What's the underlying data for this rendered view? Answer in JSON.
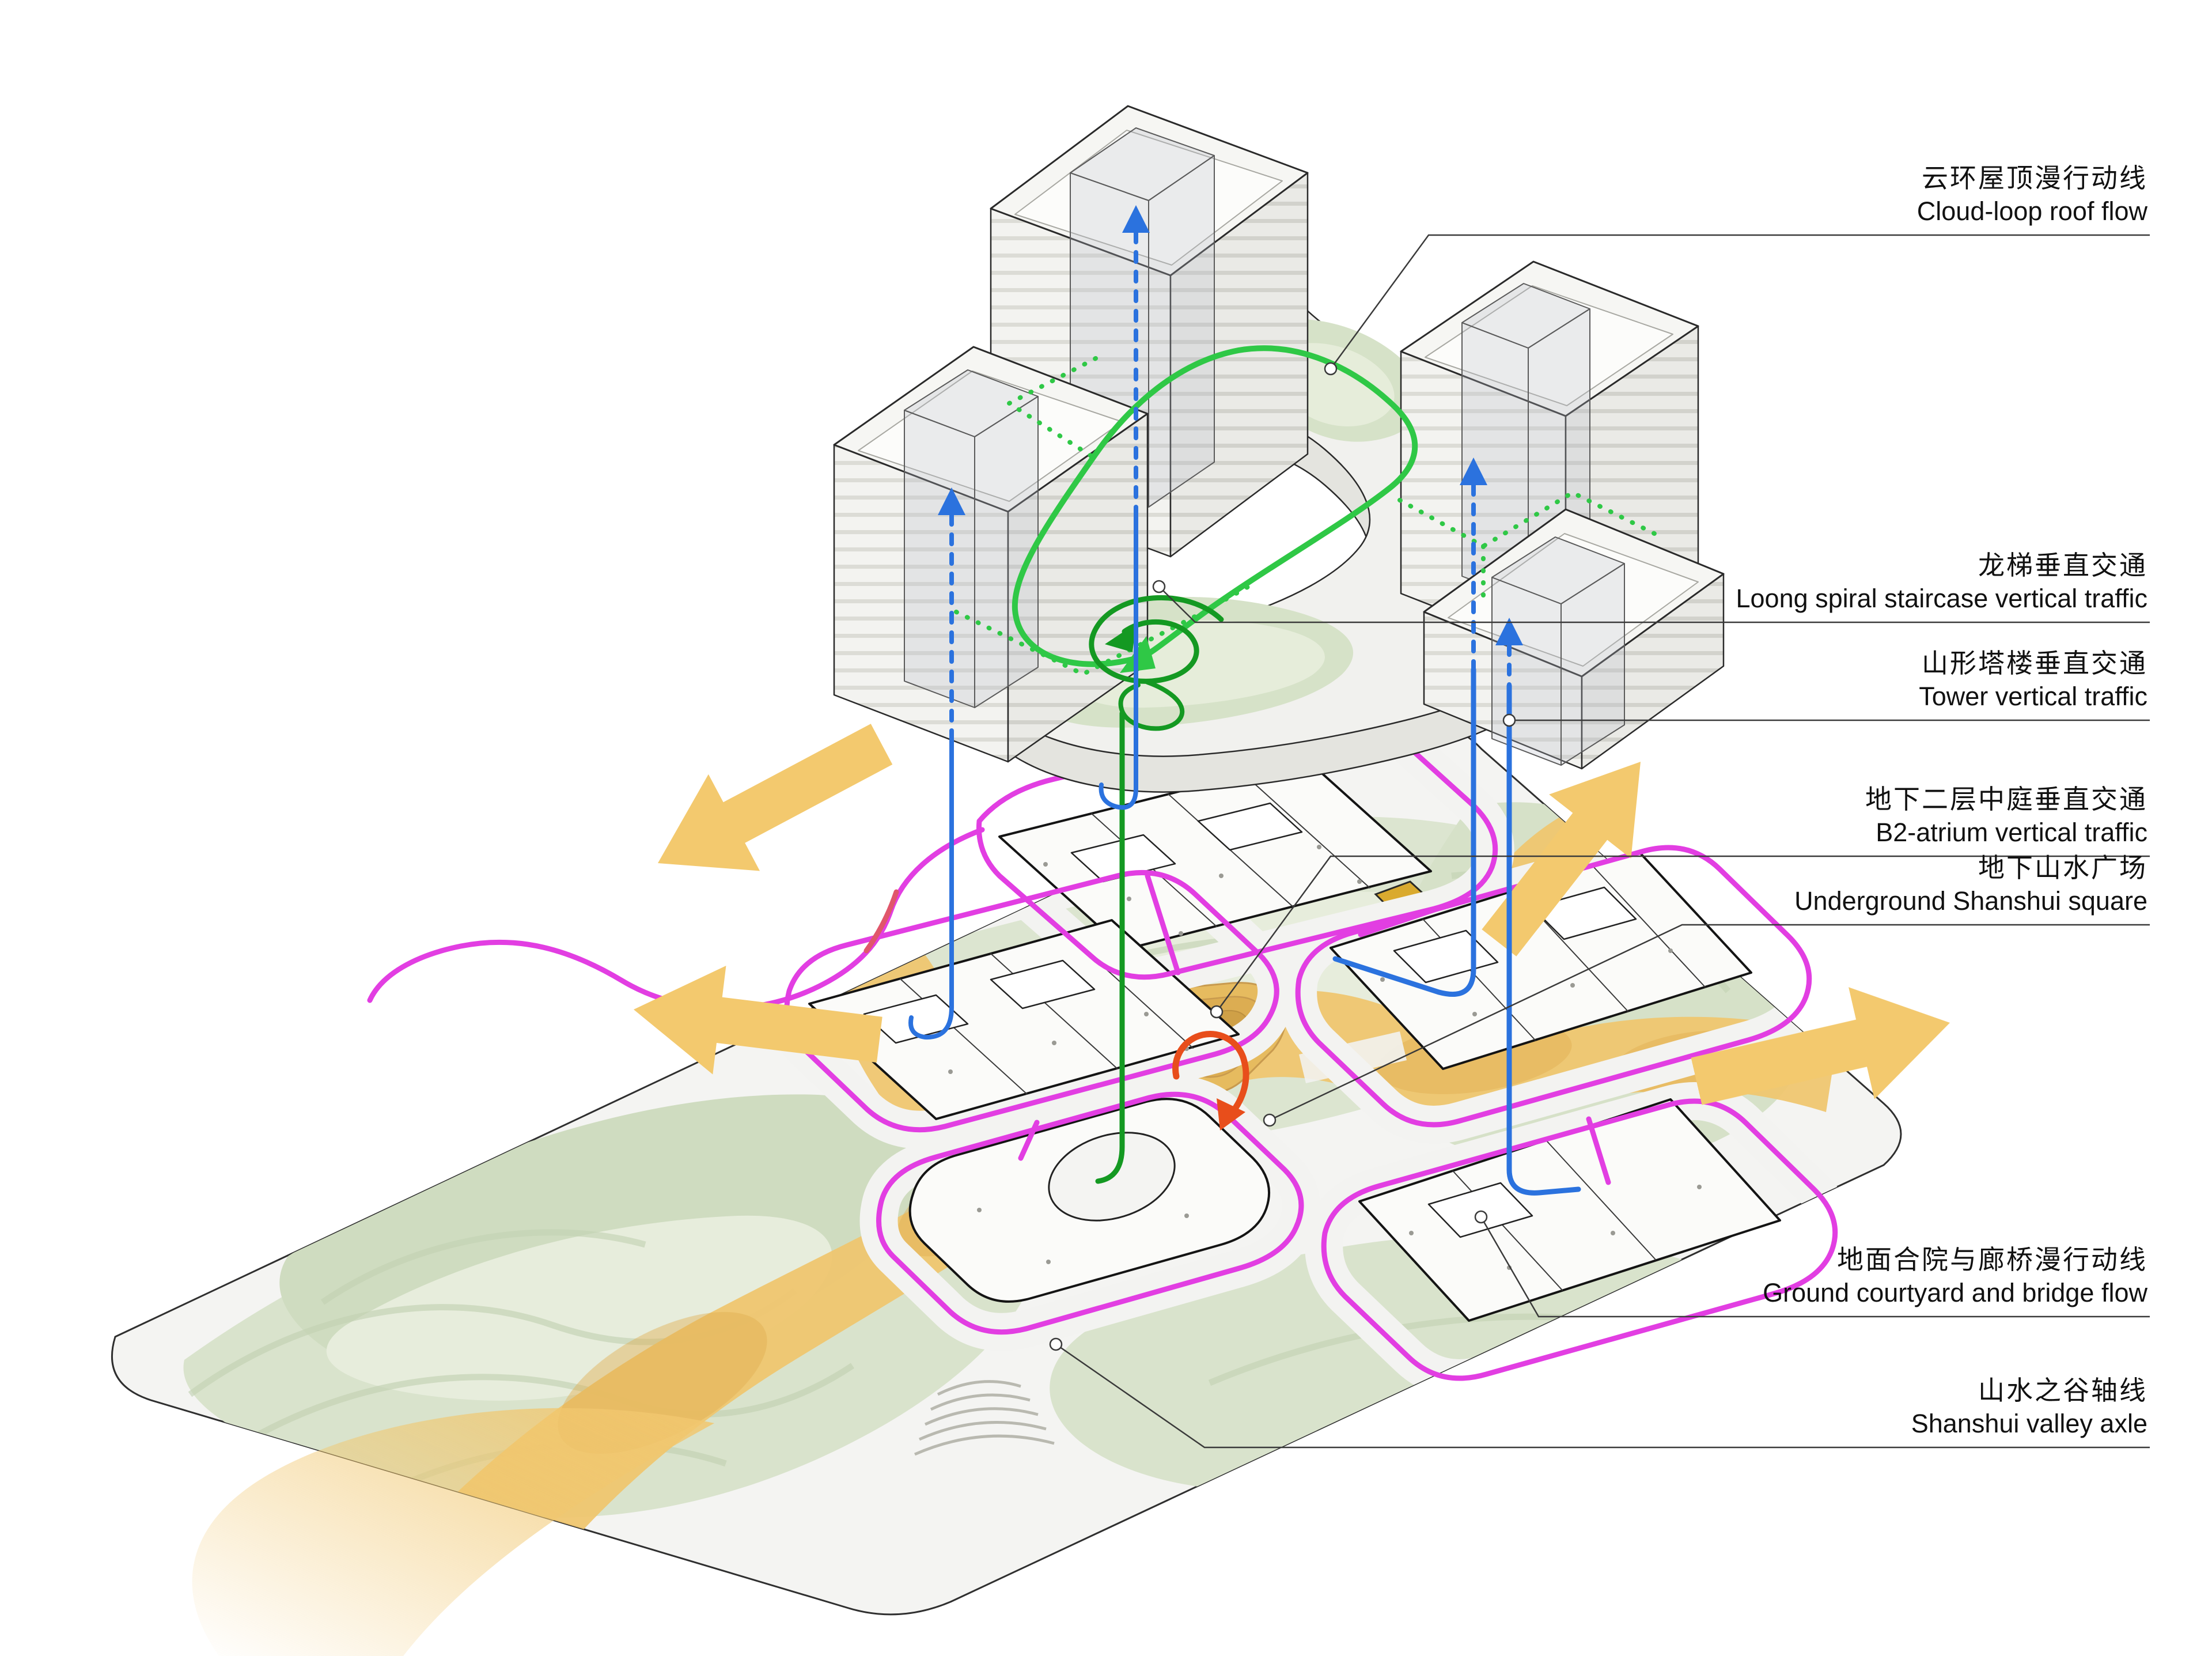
{
  "figure": {
    "type": "architectural axonometric circulation diagram",
    "views": [
      "floating tower cluster with cloud-loop roof",
      "ground / underground site plate"
    ]
  },
  "labels": [
    {
      "id": "cloud-loop-roof-flow",
      "cn": "云环屋顶漫行动线",
      "en": "Cloud-loop roof flow"
    },
    {
      "id": "loong-spiral-stair",
      "cn": "龙梯垂直交通",
      "en": "Loong spiral staircase vertical traffic"
    },
    {
      "id": "tower-vertical",
      "cn": "山形塔楼垂直交通",
      "en": "Tower vertical traffic"
    },
    {
      "id": "b2-atrium-vertical",
      "cn": "地下二层中庭垂直交通",
      "en": "B2-atrium vertical traffic"
    },
    {
      "id": "underground-square",
      "cn": "地下山水广场",
      "en": "Underground Shanshui square"
    },
    {
      "id": "ground-courtyard-flow",
      "cn": "地面合院与廊桥漫行动线",
      "en": "Ground courtyard and bridge flow"
    },
    {
      "id": "shanshui-valley-axle",
      "cn": "山水之谷轴线",
      "en": "Shanshui valley axle"
    }
  ],
  "colors": {
    "cloud_loop_green": "#2FC846",
    "loong_spiral_dark_green": "#149922",
    "vertical_traffic_blue": "#2B72DE",
    "courtyard_flow_magenta": "#E23EE2",
    "atrium_spiral_red": "#E84E1B",
    "valley_orange": "#EFC66E",
    "site_green": "#DCE5D0",
    "leader_line": "#3A3A3A",
    "text": "#111111",
    "background": "#FFFFFF"
  }
}
